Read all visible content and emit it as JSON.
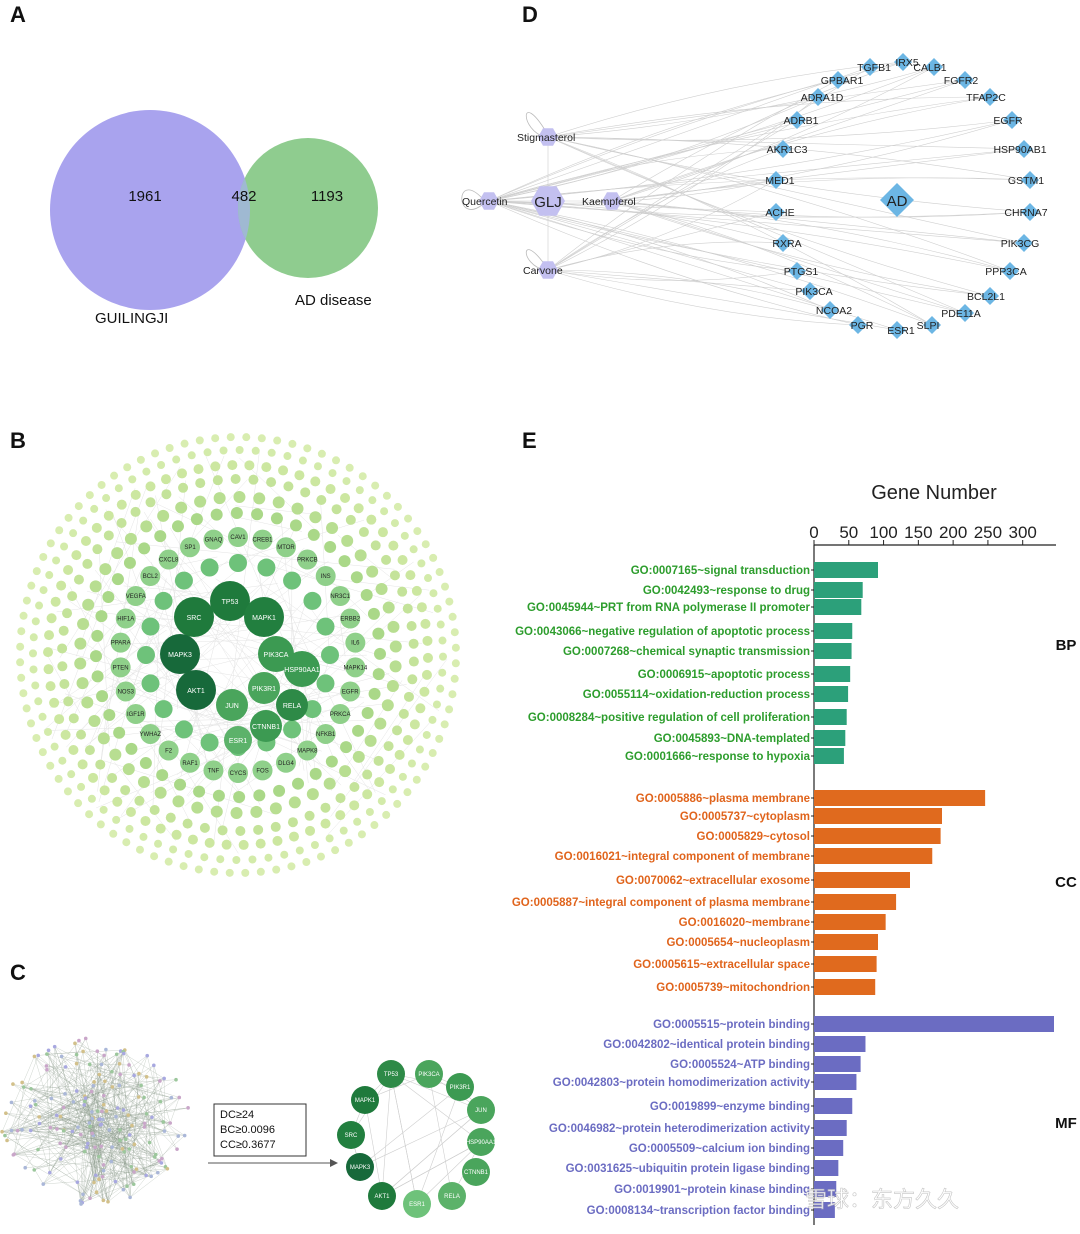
{
  "panels": {
    "a": "A",
    "b": "B",
    "c": "C",
    "d": "D",
    "e": "E"
  },
  "venn": {
    "left_name": "GUILINGJI",
    "right_name": "AD disease",
    "left_only": "1961",
    "overlap": "482",
    "right_only": "1193",
    "colors": {
      "left": "#a9a3ee",
      "right": "#8fcc8f",
      "overlap": "#9fb9d2"
    }
  },
  "network_d": {
    "center_herb": "GLJ",
    "center_disease": "AD",
    "compounds": [
      "Stigmasterol",
      "Quercetin",
      "Kaempferol",
      "Carvone"
    ],
    "targets": [
      "IRX5",
      "TGFB1",
      "CALB1",
      "GPBAR1",
      "FGFR2",
      "ADRA1D",
      "TFAP2C",
      "ADRB1",
      "EGFR",
      "AKR1C3",
      "HSP90AB1",
      "MED1",
      "GSTM1",
      "ACHE",
      "CHRNA7",
      "RXRA",
      "PIK3CG",
      "PTGS1",
      "PPP3CA",
      "PIK3CA",
      "BCL2L1",
      "NCOA2",
      "PDE11A",
      "PGR",
      "SLPI",
      "ESR1"
    ],
    "colors": {
      "compound": "#c3c0f0",
      "target": "#6cb6e4"
    }
  },
  "network_b": {
    "core": [
      "TP53",
      "SRC",
      "MAPK1",
      "MAPK3",
      "PIK3CA",
      "HSP90AA1",
      "AKT1",
      "PIK3R1",
      "JUN",
      "RELA",
      "ESR1",
      "CTNNB1"
    ],
    "ring2": [
      "CAV1",
      "CREB1",
      "MTOR",
      "PRKCB",
      "INS",
      "NR3C1",
      "ERBB2",
      "IL6",
      "MAPK14",
      "EGFR",
      "PRKCA",
      "NFKB1",
      "MAPK8",
      "DLG4",
      "FOS",
      "CYCS",
      "TNF",
      "RAF1",
      "F2",
      "YWHAZ",
      "IGF1R",
      "NOS3",
      "PTEN",
      "PPARA",
      "HIF1A",
      "VEGFA",
      "BCL2",
      "CXCL8",
      "SP1",
      "GNAQ"
    ],
    "ring3_count": "many genes"
  },
  "network_c": {
    "criteria": [
      "DC≥24",
      "BC≥0.0096",
      "CC≥0.3677"
    ],
    "hubs": [
      "TP53",
      "PIK3CA",
      "PIK3R1",
      "JUN",
      "HSP90AA1",
      "CTNNB1",
      "RELA",
      "ESR1",
      "AKT1",
      "MAPK3",
      "SRC",
      "MAPK1"
    ]
  },
  "chart_data": {
    "type": "bar",
    "orientation": "horizontal",
    "title": "Gene Number",
    "xticks": [
      0,
      50,
      100,
      150,
      200,
      250,
      300
    ],
    "xlim": [
      0,
      345
    ],
    "groups": [
      {
        "name": "BP",
        "color": "#2ca07a",
        "label_color": "#2d9d2d",
        "categories": [
          "GO:0007165~signal transduction",
          "GO:0042493~response to drug",
          "GO:0045944~PRT from RNA polymerase II promoter",
          "GO:0043066~negative regulation of apoptotic process",
          "GO:0007268~chemical synaptic transmission",
          "GO:0006915~apoptotic process",
          "GO:0055114~oxidation-reduction process",
          "GO:0008284~positive regulation of cell proliferation",
          "GO:0045893~DNA-templated",
          "GO:0001666~response to hypoxia"
        ],
        "values": [
          92,
          70,
          68,
          55,
          54,
          52,
          49,
          47,
          45,
          43
        ]
      },
      {
        "name": "CC",
        "color": "#e06a1e",
        "label_color": "#e0641c",
        "categories": [
          "GO:0005886~plasma membrane",
          "GO:0005737~cytoplasm",
          "GO:0005829~cytosol",
          "GO:0016021~integral component of membrane",
          "GO:0070062~extracellular exosome",
          "GO:0005887~integral component of plasma membrane",
          "GO:0016020~membrane",
          "GO:0005654~nucleoplasm",
          "GO:0005615~extracellular space",
          "GO:0005739~mitochondrion"
        ],
        "values": [
          246,
          184,
          182,
          170,
          138,
          118,
          103,
          92,
          90,
          88
        ]
      },
      {
        "name": "MF",
        "color": "#6b6cc2",
        "label_color": "#6b6cc2",
        "categories": [
          "GO:0005515~protein binding",
          "GO:0042802~identical protein binding",
          "GO:0005524~ATP binding",
          "GO:0042803~protein homodimerization activity",
          "GO:0019899~enzyme binding",
          "GO:0046982~protein heterodimerization activity",
          "GO:0005509~calcium ion binding",
          "GO:0031625~ubiquitin protein ligase binding",
          "GO:0019901~protein kinase binding",
          "GO:0008134~transcription factor binding"
        ],
        "values": [
          345,
          74,
          67,
          61,
          55,
          47,
          42,
          35,
          32,
          30
        ]
      }
    ]
  },
  "watermark": "雪球：东方久久"
}
